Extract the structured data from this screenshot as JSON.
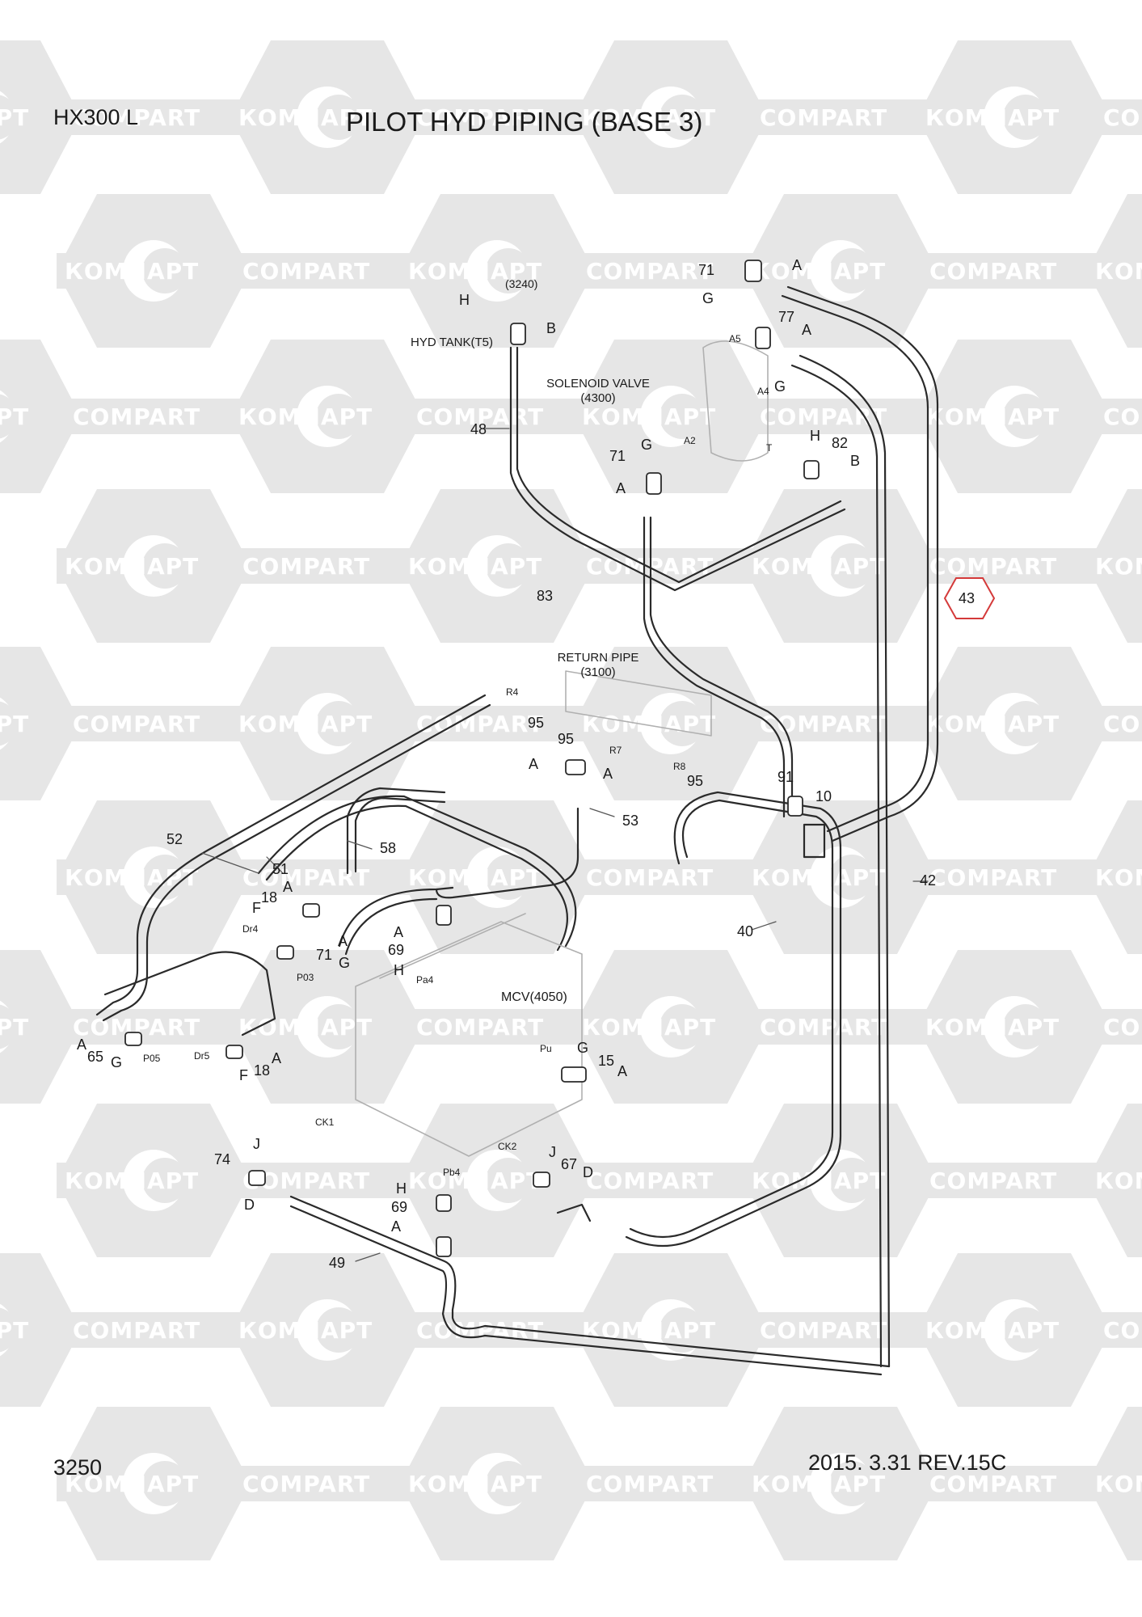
{
  "header": {
    "model": "HX300 L",
    "title": "PILOT HYD PIPING (BASE 3)"
  },
  "footer": {
    "page_number": "3250",
    "revision": "2015. 3.31  REV.15C"
  },
  "watermark": {
    "text_latin": "COMPART",
    "text_cyrillic": "КОМПАРТ",
    "color": "#e6e6e6"
  },
  "highlight": {
    "part": "43",
    "color": "#d43a3a"
  },
  "components": {
    "solenoid_valve": "SOLENOID VALVE",
    "solenoid_valve_ref": "(4300)",
    "return_pipe": "RETURN PIPE",
    "return_pipe_ref": "(3100)",
    "hyd_tank": "HYD TANK(T5)",
    "tank_ref": "(3240)",
    "mcv": "MCV(4050)"
  },
  "callouts": [
    "71",
    "A",
    "G",
    "77",
    "A",
    "G",
    "H",
    "B",
    "48",
    "71",
    "G",
    "A",
    "82",
    "H",
    "B",
    "43",
    "95",
    "83",
    "95",
    "A",
    "A",
    "95",
    "91",
    "10",
    "53",
    "52",
    "51",
    "58",
    "18",
    "A",
    "F",
    "71",
    "A",
    "G",
    "69",
    "A",
    "H",
    "42",
    "40",
    "65",
    "A",
    "G",
    "18",
    "A",
    "F",
    "G",
    "15",
    "A",
    "74",
    "J",
    "D",
    "67",
    "J",
    "D",
    "H",
    "69",
    "A",
    "49"
  ],
  "ports": [
    "A5",
    "A4",
    "A2",
    "T",
    "R4",
    "R7",
    "R8",
    "Dr4",
    "P03",
    "Pa4",
    "P05",
    "Dr5",
    "Pu",
    "CK1",
    "CK2",
    "Pb4"
  ]
}
